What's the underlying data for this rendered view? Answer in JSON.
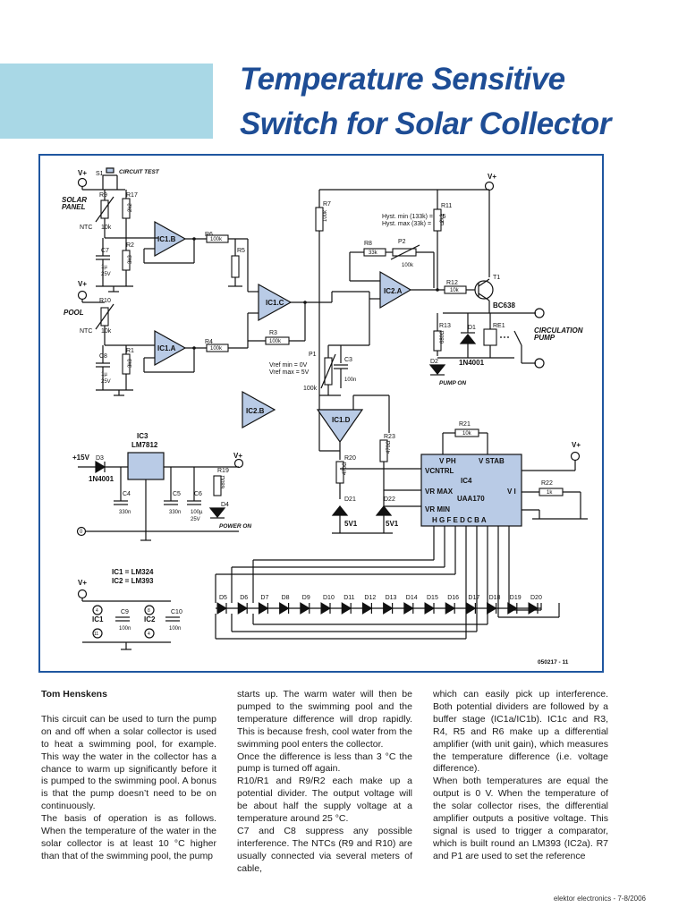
{
  "title": {
    "line1": "Temperature Sensitive",
    "line2": "Switch for Solar Collector"
  },
  "schematic": {
    "figure_number": "050217 - 11",
    "labels": {
      "vplus": "V+",
      "s1": "S1",
      "circuit_test": "CIRCUIT TEST",
      "solar": "SOLAR",
      "panel": "PANEL",
      "pool": "POOL",
      "r9": "R9",
      "r17": "R17",
      "r17v": "2k2",
      "ntc": "NTC",
      "k10": "10k",
      "c7": "C7",
      "c7v": "1µ",
      "v25": "25V",
      "r2": "R2",
      "r2v": "3k3",
      "r10": "R10",
      "c8": "C8",
      "r1": "R1",
      "ic1b": "IC1.B",
      "ic1a": "IC1.A",
      "ic1c": "IC1.C",
      "ic1d": "IC1.D",
      "ic2a": "IC2.A",
      "ic2b": "IC2.B",
      "r6": "R6",
      "r5": "R5",
      "r4": "R4",
      "r3": "R3",
      "k100": "100k",
      "r7": "R7",
      "r11": "R11",
      "r11v": "2k2",
      "r8": "R8",
      "k33": "33k",
      "p2": "P2",
      "hyst1": "Hyst. min (133k) = 0V5",
      "hyst2": "Hyst. max (33k) = 1V5",
      "r12": "R12",
      "t1": "T1",
      "bc638": "BC638",
      "r13": "R13",
      "r13v": "680Ω",
      "d1": "D1",
      "d1v": "1N4001",
      "re1": "RE1",
      "circ1": "CIRCULATION",
      "circ2": "PUMP",
      "d2": "D2",
      "pump_on": "PUMP ON",
      "p1": "P1",
      "vref1": "Vref min = 0V",
      "vref2": "Vref max = 5V",
      "c3": "C3",
      "n100": "100n",
      "ic3": "IC3",
      "lm7812": "LM7812",
      "v15": "+15V",
      "d3": "D3",
      "d3v": "1N4001",
      "c4": "C4",
      "n330": "330n",
      "c5": "C5",
      "c6": "C6",
      "u100": "100µ",
      "r19": "R19",
      "r19v": "680Ω",
      "d4": "D4",
      "power_on": "POWER ON",
      "zero": "0",
      "r23": "R23",
      "r23v": "470Ω",
      "r20": "R20",
      "r20v": "470Ω",
      "d21": "D21",
      "d22": "D22",
      "v51": "5V1",
      "r21": "R21",
      "ic4": "IC4",
      "uaa170": "UAA170",
      "vph": "V PH",
      "vstab": "V STAB",
      "vcntrl": "VCNTRL",
      "vrmax": "VR MAX",
      "vrmin": "VR MIN",
      "vi": "V I",
      "hg": "H G F E D C B A",
      "r22": "R22",
      "k1": "1k",
      "ic1eq": "IC1 = LM324",
      "ic2eq": "IC2 = LM393",
      "ic1": "IC1",
      "ic2": "IC2",
      "c9": "C9",
      "c10": "C10"
    },
    "led_labels": [
      "D5",
      "D6",
      "D7",
      "D8",
      "D9",
      "D10",
      "D11",
      "D12",
      "D13",
      "D14",
      "D15",
      "D16",
      "D17",
      "D18",
      "D19",
      "D20"
    ]
  },
  "article": {
    "author": "Tom Henskens",
    "col1": [
      "This circuit can be used to turn the pump on and off when a solar collector is used to heat a swimming pool, for example. This way the water in the collector has a chance to warm up significantly before it is pumped to the swimming pool. A bonus is that the pump doesn’t need to be on continuously.",
      "The basis of operation is as follows. When the temperature of the water in the solar collector is at least 10 °C higher than that of the swimming pool, the pump"
    ],
    "col2": [
      "starts up. The warm water will then be pumped to the swimming pool and the temperature difference will drop rapidly. This is because fresh, cool water from the swimming pool enters the collector.",
      "Once the difference is less than 3 °C the pump is turned off again.",
      "R10/R1 and R9/R2 each make up a potential divider. The output voltage will be about half the supply voltage at a temperature around 25 °C.",
      "C7 and C8 suppress any possible interference. The NTCs (R9 and R10) are usually connected via several meters of cable,"
    ],
    "col3": [
      "which can easily pick up interference. Both potential dividers are followed by a buffer stage (IC1a/IC1b). IC1c and R3, R4, R5 and R6 make up a differential amplifier (with unit gain), which measures the temperature difference (i.e. voltage difference).",
      "When both temperatures are equal the output is 0 V. When the temperature of the solar collector rises, the differential amplifier outputs a positive voltage. This signal is used to trigger a comparator, which is built round an LM393 (IC2a). R7 and P1 are used to set the reference"
    ]
  },
  "footer": "elektor electronics - 7-8/2006",
  "colors": {
    "title": "#1e4d95",
    "accent_bar": "#a9d8e6",
    "frame": "#1f56a0",
    "ic_fill": "#b9cbe6"
  }
}
